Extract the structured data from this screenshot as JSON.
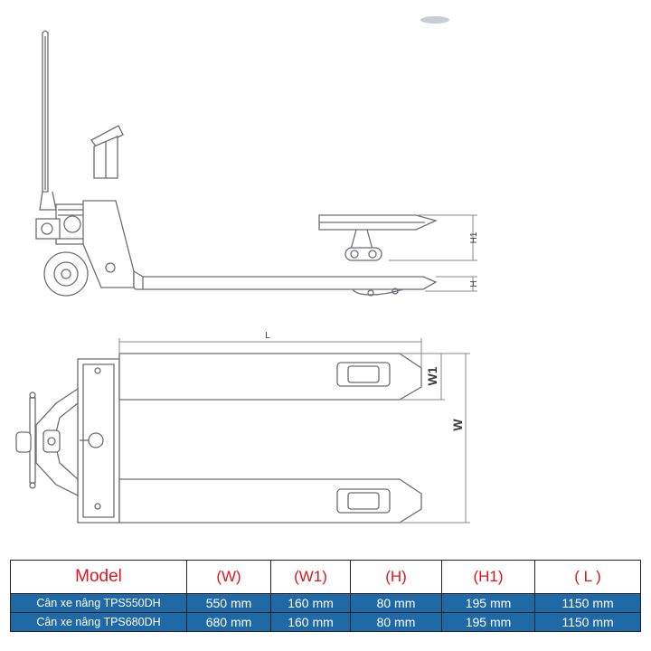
{
  "drawing": {
    "dimensions": {
      "h1": "H1",
      "h": "H",
      "l": "L",
      "w1": "W1",
      "w": "W"
    }
  },
  "table": {
    "headers": [
      "Model",
      "(W)",
      "(W1)",
      "(H)",
      "(H1)",
      "( L )"
    ],
    "rows": [
      [
        "Cân xe nâng TPS550DH",
        "550 mm",
        "160 mm",
        "80 mm",
        "195 mm",
        "1150 mm"
      ],
      [
        "Cân xe nâng TPS680DH",
        "680 mm",
        "160 mm",
        "80 mm",
        "195 mm",
        "1150 mm"
      ]
    ]
  },
  "colors": {
    "header_text": "#e0141b",
    "row_bg": "#1f6aa6",
    "row_text": "#ffffff",
    "line": "#6e6e72"
  }
}
